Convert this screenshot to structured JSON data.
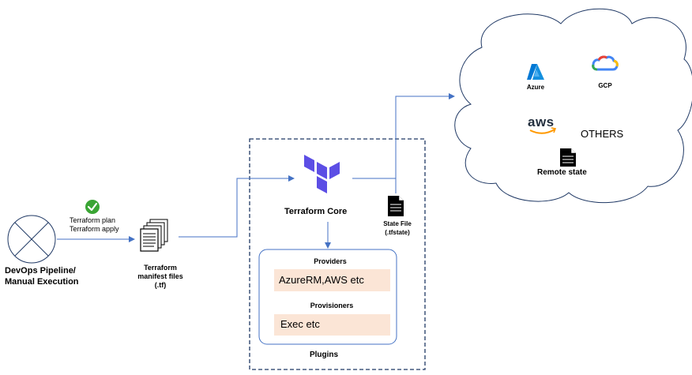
{
  "pipeline": {
    "label_line1": "DevOps Pipeline/",
    "label_line2": "Manual  Execution",
    "cmd_plan": "Terraform plan",
    "cmd_apply": "Terraform apply"
  },
  "manifest": {
    "line1": "Terraform",
    "line2": "manifest files",
    "line3": "(.tf)"
  },
  "core": {
    "label": "Terraform Core"
  },
  "plugins": {
    "providers_title": "Providers",
    "providers_value": "AzureRM,AWS etc",
    "provisioners_title": "Provisioners",
    "provisioners_value": "Exec etc",
    "label": "Plugins"
  },
  "state": {
    "line1": "State File",
    "line2": "(.tfstate)"
  },
  "cloud": {
    "azure": "Azure",
    "gcp": "GCP",
    "aws": "aws",
    "others": "OTHERS",
    "remote_state": "Remote state"
  },
  "colors": {
    "arrow": "#4472c4",
    "terraform_purple": "#5c4ee5",
    "box_fill": "#fbe5d6",
    "check_green": "#3aa534",
    "azure_blue": "#0078d4",
    "aws_orange": "#ff9900"
  }
}
